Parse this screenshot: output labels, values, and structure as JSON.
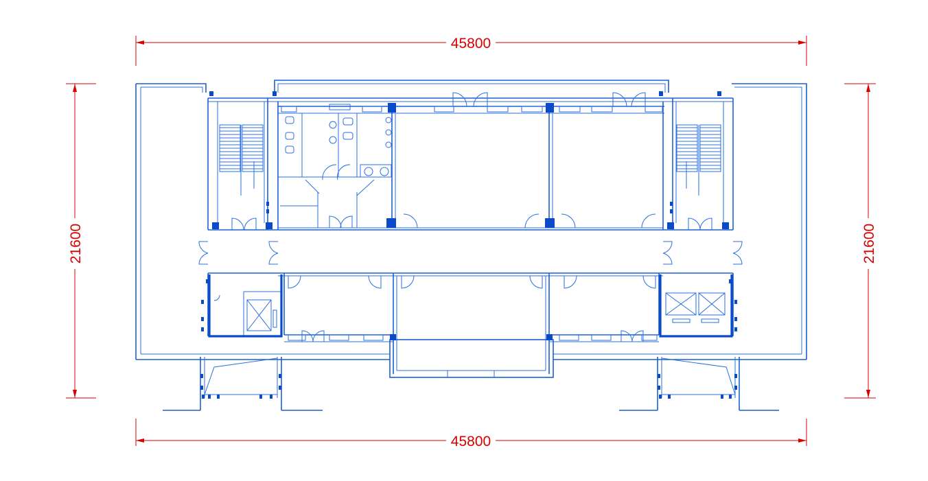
{
  "dimensions": {
    "top_width": "45800",
    "bottom_width": "45800",
    "left_height": "21600",
    "right_height": "21600"
  },
  "colors": {
    "dimension": "#d90000",
    "wall": "#1a5fd1",
    "column": "#0a49c8",
    "background": "#ffffff"
  }
}
